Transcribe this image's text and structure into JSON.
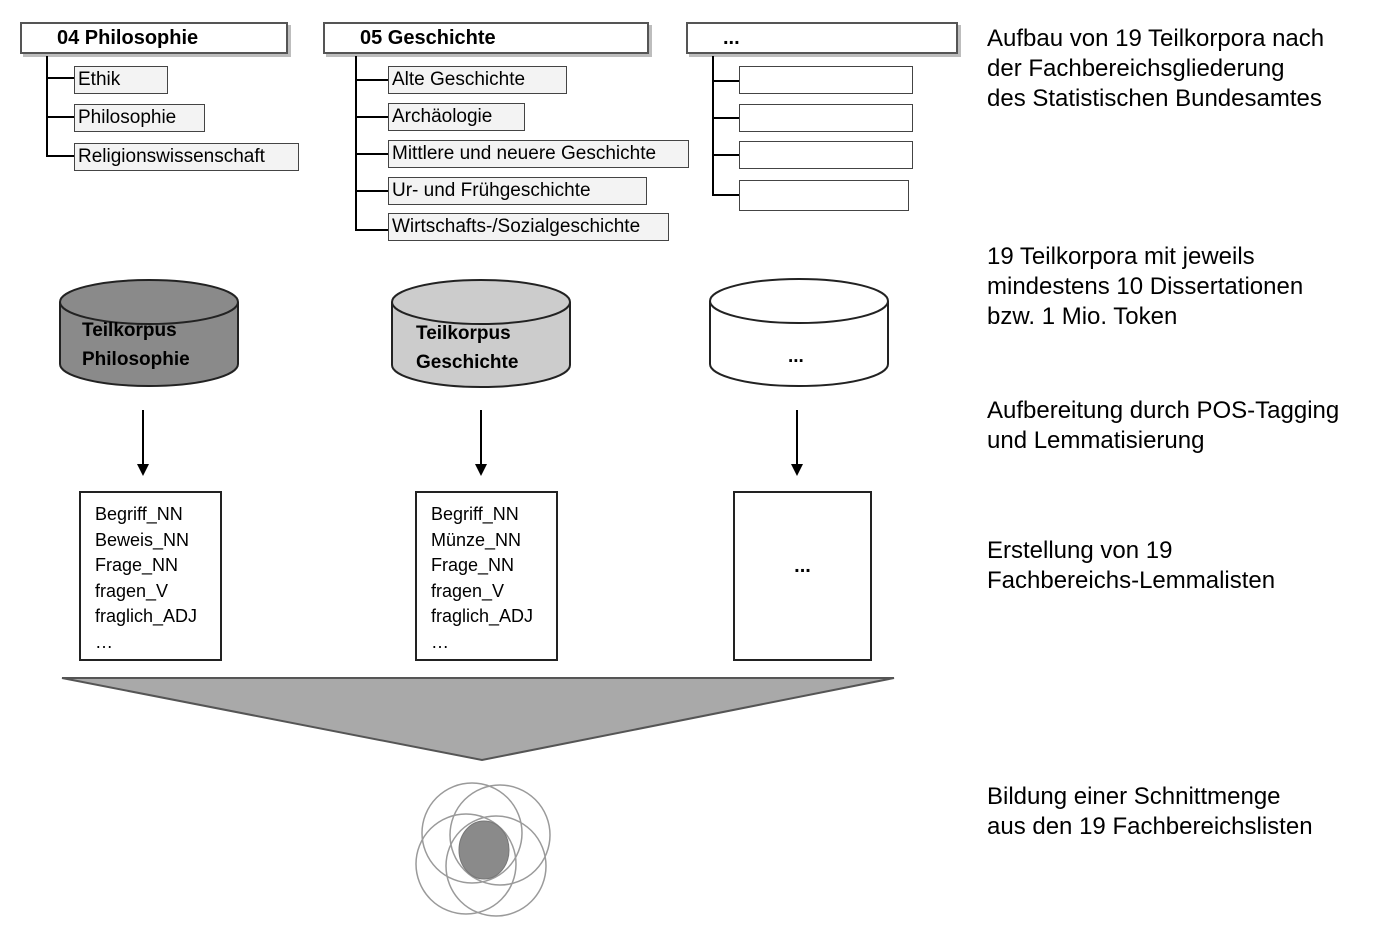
{
  "categories": [
    {
      "title": "04 Philosophie",
      "items": [
        "Ethik",
        "Philosophie",
        "Religionswissenschaft"
      ]
    },
    {
      "title": "05 Geschichte",
      "items": [
        "Alte Geschichte",
        "Archäologie",
        "Mittlere und neuere Geschichte",
        "Ur- und Frühgeschichte",
        "Wirtschafts-/Sozialgeschichte"
      ]
    },
    {
      "title": "..."
    }
  ],
  "corpora": [
    {
      "line1": "Teilkorpus",
      "line2": "Philosophie",
      "fill": "#8a8a8a"
    },
    {
      "line1": "Teilkorpus",
      "line2": "Geschichte",
      "fill": "#cccccc"
    },
    {
      "line1": "...",
      "fill": "#ffffff"
    }
  ],
  "lemma_lists": [
    {
      "items": [
        "Begriff_NN",
        "Beweis_NN",
        "Frage_NN",
        "fragen_V",
        "fraglich_ADJ",
        "…"
      ]
    },
    {
      "items": [
        "Begriff_NN",
        "Münze_NN",
        "Frage_NN",
        "fragen_V",
        "fraglich_ADJ",
        "…"
      ]
    },
    {
      "placeholder": "..."
    }
  ],
  "steps": [
    {
      "lines": [
        "Aufbau von 19 Teilkorpora nach",
        "der Fachbereichsgliederung",
        "des Statistischen Bundesamtes"
      ]
    },
    {
      "lines": [
        "19 Teilkorpora mit jeweils",
        "mindestens 10 Dissertationen",
        "bzw. 1 Mio. Token"
      ]
    },
    {
      "lines": [
        "Aufbereitung durch POS-Tagging",
        "und Lemmatisierung"
      ]
    },
    {
      "lines": [
        "Erstellung von 19",
        "Fachbereichs-Lemmalisten"
      ]
    },
    {
      "lines": [
        "Bildung einer Schnittmenge",
        "aus den 19 Fachbereichslisten"
      ]
    }
  ],
  "colors": {
    "funnel": "#a9a9a9",
    "intersection": "#8a8a8a",
    "circle_stroke": "#9a9a9a"
  }
}
